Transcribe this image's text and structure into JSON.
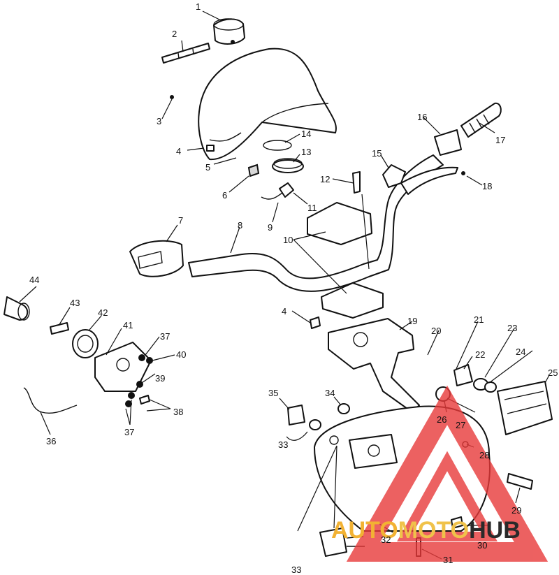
{
  "callouts": [
    "1",
    "2",
    "3",
    "4",
    "5",
    "6",
    "7",
    "8",
    "9",
    "10",
    "11",
    "12",
    "13",
    "14",
    "15",
    "16",
    "17",
    "18",
    "4",
    "19",
    "20",
    "21",
    "22",
    "23",
    "24",
    "25",
    "26",
    "27",
    "28",
    "29",
    "30",
    "31",
    "32",
    "33",
    "33",
    "34",
    "35",
    "36",
    "37",
    "37",
    "38",
    "39",
    "40",
    "41",
    "42",
    "43",
    "44"
  ],
  "watermark": {
    "prefix": "AUTO",
    "middle": "MOTO",
    "suffix": "HUB",
    "colors": {
      "prefix": "#f2b233",
      "middle": "#f0c24a",
      "suffix": "#2a2a2a",
      "triangle": "#e83a3a"
    }
  }
}
